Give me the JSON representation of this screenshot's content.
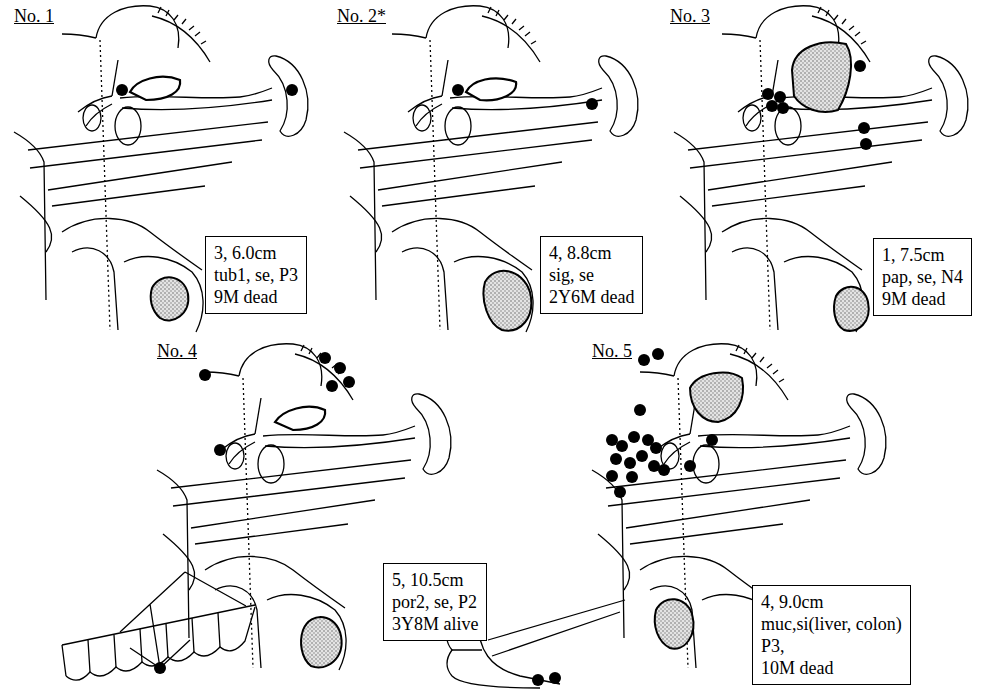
{
  "diagram": {
    "nodes": [
      {
        "text": [
          "3, 6.0cm",
          "tub1, se, P3",
          "9M dead"
        ]
      },
      {
        "text": [
          "4, 8.8cm",
          "sig, se",
          "2Y6M dead"
        ]
      },
      {
        "text": [
          "1, 7.5cm",
          "pap, se, N4",
          "9M dead"
        ]
      },
      {
        "text": [
          "5, 10.5cm",
          "por2, se, P2",
          "3Y8M alive"
        ]
      },
      {
        "text": [
          "4, 9.0cm",
          "muc,si(liver, colon)",
          "P3,",
          "10M dead"
        ]
      }
    ],
    "labels": [
      "No. 1",
      "No. 2*",
      "No. 3",
      "No. 4",
      "No. 5"
    ]
  }
}
